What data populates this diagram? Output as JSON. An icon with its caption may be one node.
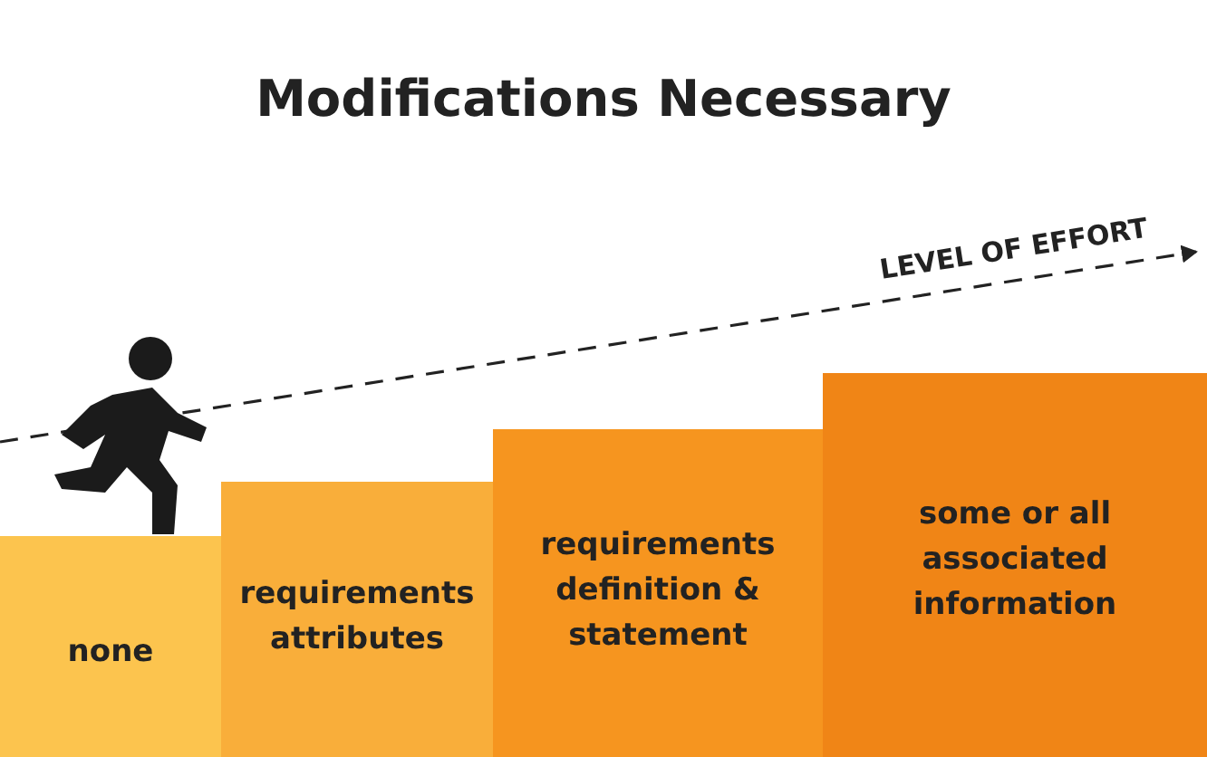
{
  "diagram": {
    "title": "Modifications Necessary",
    "nodes": [
      {
        "text": [
          "none"
        ]
      },
      {
        "text": [
          "requirements attributes"
        ]
      },
      {
        "text": [
          "requirements definition & statement"
        ]
      },
      {
        "text": [
          "some or all associated information"
        ]
      }
    ],
    "labels": [
      "LEVEL OF EFFORT"
    ]
  }
}
